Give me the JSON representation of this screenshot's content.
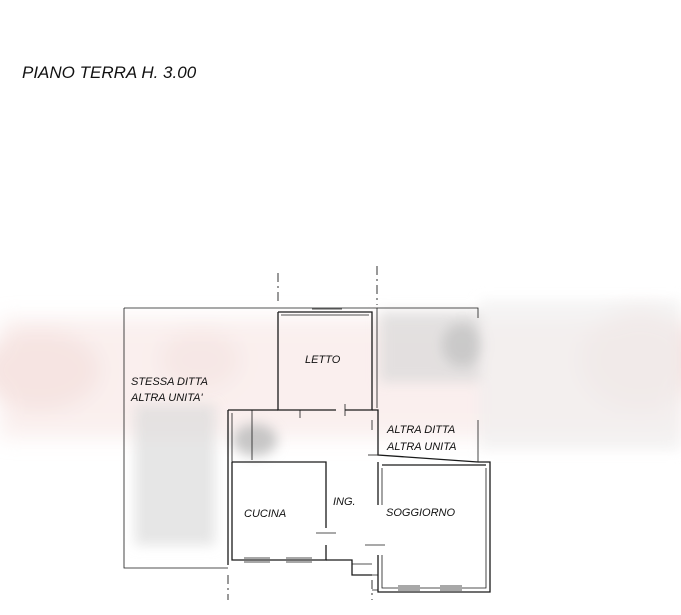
{
  "floor_title": "PIANO TERRA H. 3.00",
  "rooms": {
    "letto": "LETTO",
    "cucina": "CUCINA",
    "ingresso": "ING.",
    "soggiorno": "SOGGIORNO"
  },
  "neighbors": {
    "left": {
      "line1": "STESSA DITTA",
      "line2": "ALTRA UNITA'"
    },
    "right": {
      "line1": "ALTRA DITTA",
      "line2": "ALTRA UNITA"
    }
  },
  "colors": {
    "line": "#1a1a1a",
    "watermark": "#e9c4c0",
    "blur_patch": "#d6d6d6"
  }
}
